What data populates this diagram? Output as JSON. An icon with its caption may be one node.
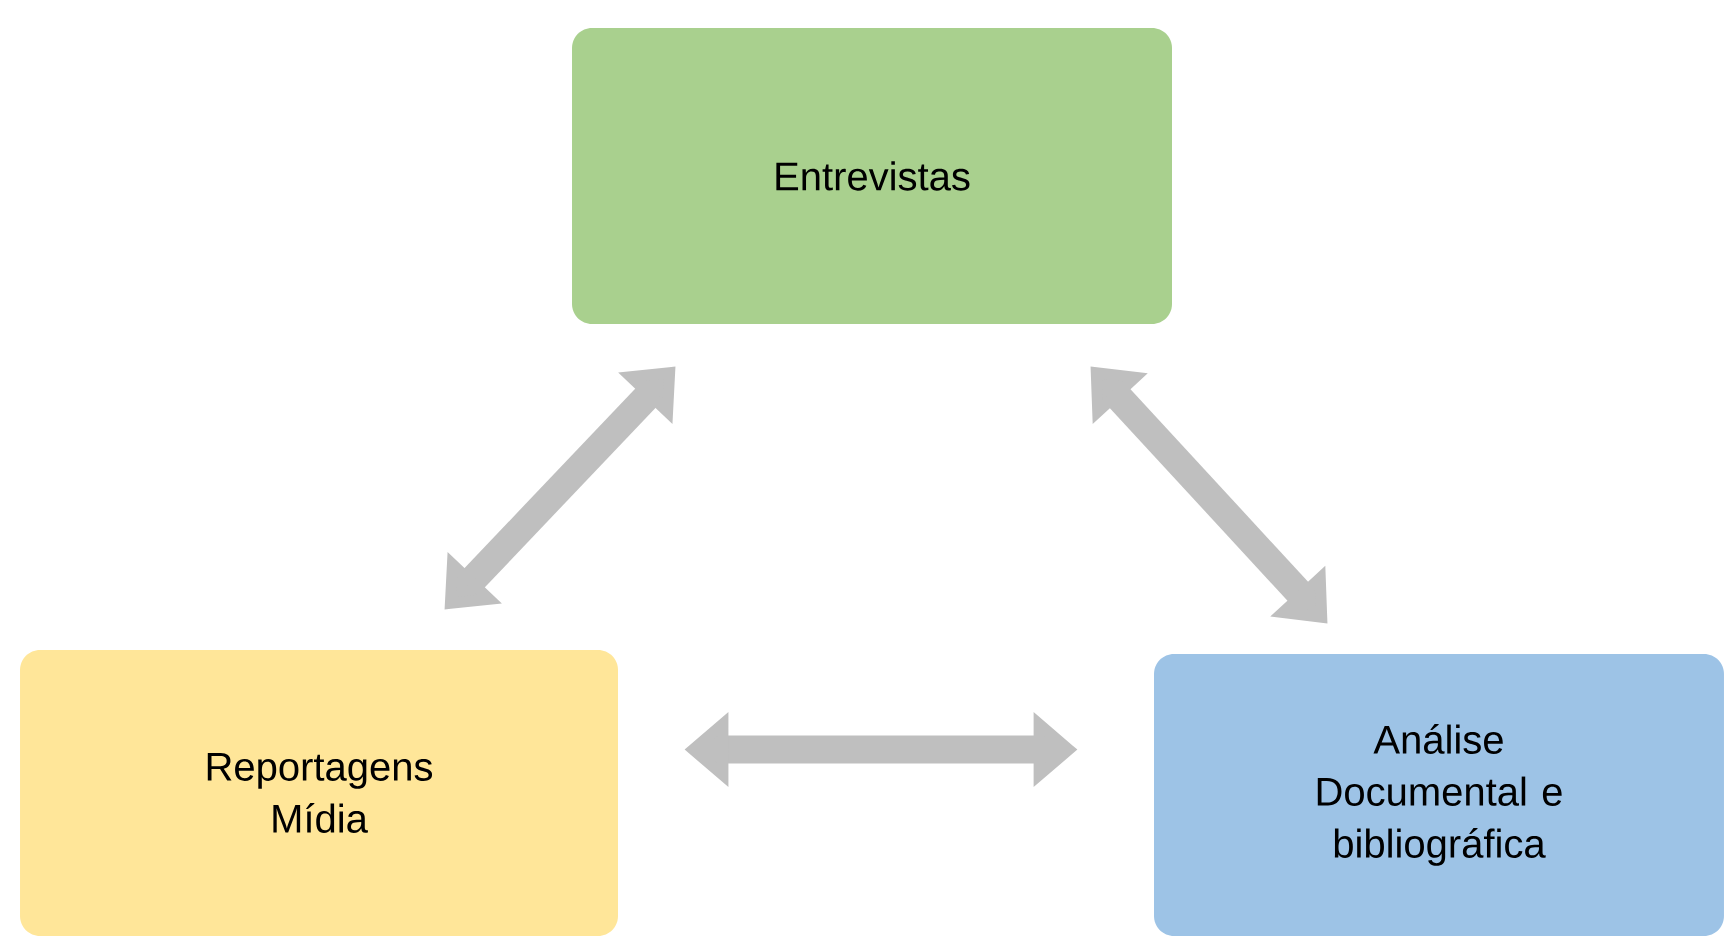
{
  "diagram": {
    "nodes": [
      {
        "text": [
          "Entrevistas"
        ]
      },
      {
        "text": [
          "Reportagens Mídia"
        ]
      },
      {
        "text": [
          "Análise Documental e bibliográfica"
        ]
      }
    ],
    "edges": [
      {
        "from": 0,
        "to": 1,
        "arrow": "both"
      },
      {
        "from": 0,
        "to": 2,
        "arrow": "both"
      },
      {
        "from": 1,
        "to": 2,
        "arrow": "both"
      }
    ]
  }
}
